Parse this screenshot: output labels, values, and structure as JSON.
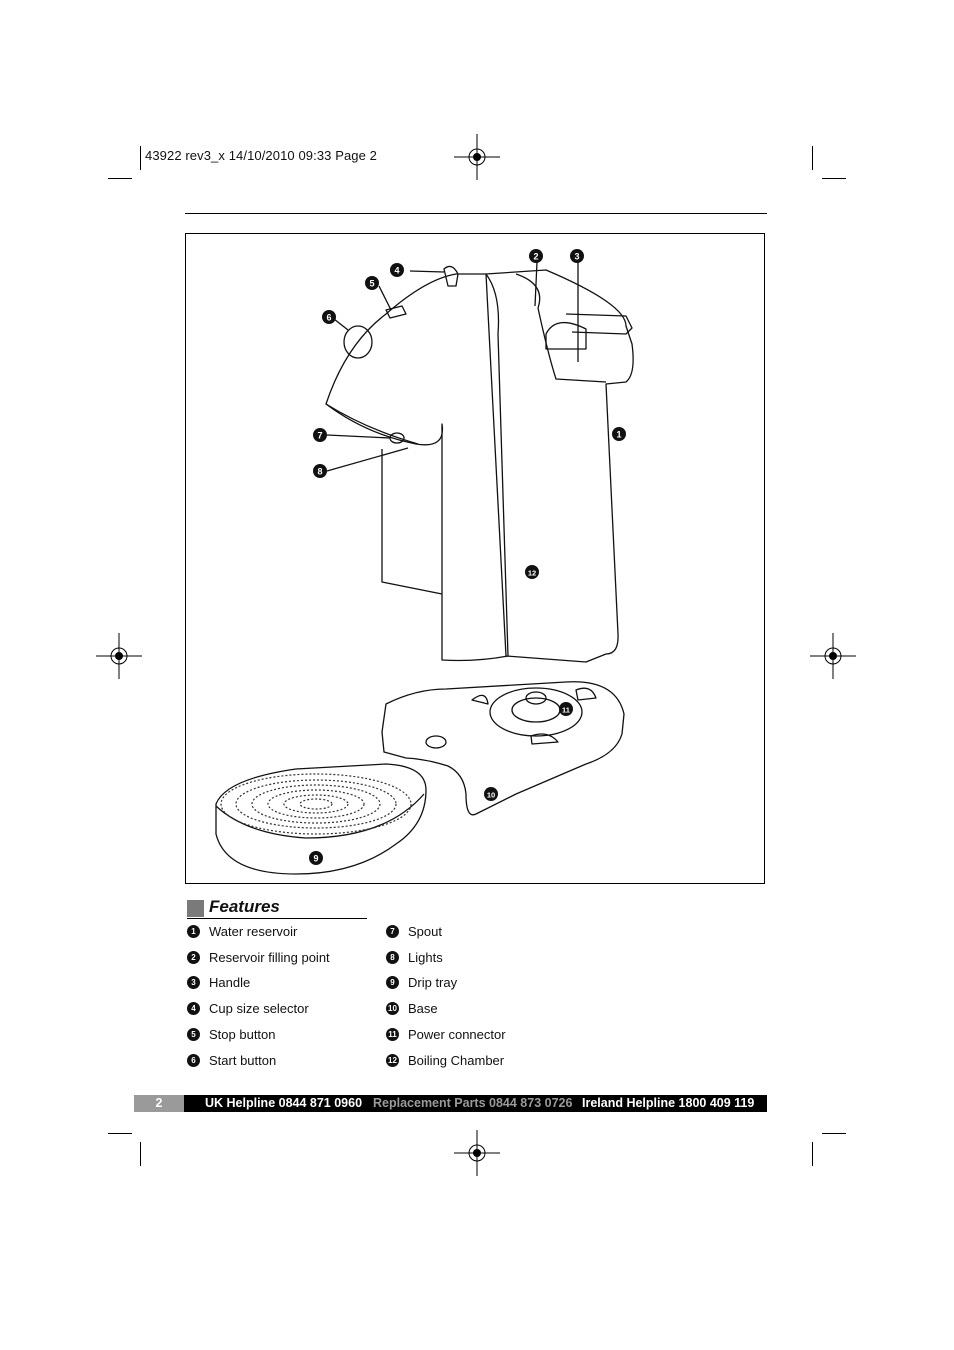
{
  "slug": "43922 rev3_x  14/10/2010  09:33  Page 2",
  "features": {
    "title": "Features",
    "items": [
      {
        "num": "1",
        "label": "Water reservoir"
      },
      {
        "num": "2",
        "label": "Reservoir filling point"
      },
      {
        "num": "3",
        "label": "Handle"
      },
      {
        "num": "4",
        "label": "Cup size selector"
      },
      {
        "num": "5",
        "label": "Stop button"
      },
      {
        "num": "6",
        "label": "Start button"
      },
      {
        "num": "7",
        "label": "Spout"
      },
      {
        "num": "8",
        "label": "Lights"
      },
      {
        "num": "9",
        "label": "Drip tray"
      },
      {
        "num": "10",
        "label": "Base"
      },
      {
        "num": "11",
        "label": "Power connector"
      },
      {
        "num": "12",
        "label": "Boiling Chamber"
      }
    ]
  },
  "callouts": [
    "1",
    "2",
    "3",
    "4",
    "5",
    "6",
    "7",
    "8",
    "9",
    "10",
    "11",
    "12"
  ],
  "footer": {
    "page": "2",
    "uk": "UK Helpline 0844 871 0960",
    "parts": "Replacement Parts 0844 873 0726",
    "ireland": "Ireland Helpline 1800 409 119"
  }
}
